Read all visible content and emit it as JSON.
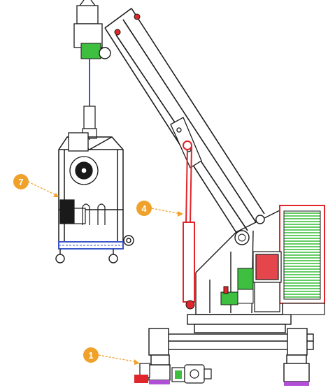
{
  "colors": {
    "line": "#1a1a1a",
    "accent_red": "#e0262b",
    "accent_green": "#3fbf3f",
    "accent_blue": "#3a55c8",
    "accent_purple": "#b14fd6",
    "callout": "#f0a12a",
    "callout_text": "#ffffff"
  },
  "callouts": [
    {
      "label": "7",
      "icon": "arrow-dashed-icon"
    },
    {
      "label": "4",
      "icon": "arrow-dashed-icon"
    },
    {
      "label": "1",
      "icon": "arrow-dashed-icon"
    }
  ]
}
